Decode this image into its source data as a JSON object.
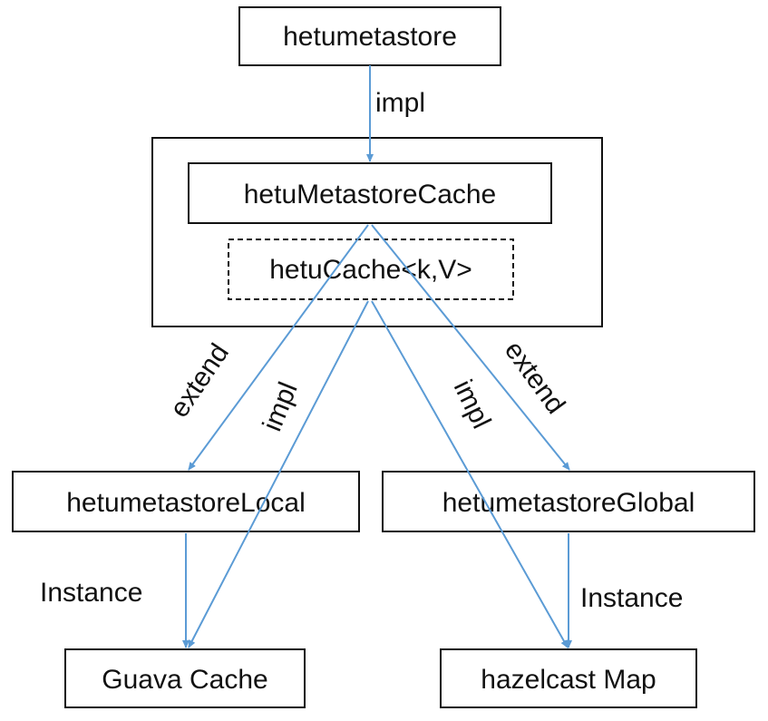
{
  "colors": {
    "arrow": "#5b9bd5",
    "border": "#111111",
    "background": "#ffffff"
  },
  "nodes": {
    "hetumetastore": "hetumetastore",
    "hetuMetastoreCache": "hetuMetastoreCache",
    "hetuCache": "hetuCache<k,V>",
    "hetumetastoreLocal": "hetumetastoreLocal",
    "hetumetastoreGlobal": "hetumetastoreGlobal",
    "guavaCache": "Guava Cache",
    "hazelcastMap": "hazelcast Map"
  },
  "edges": {
    "top_impl": "impl",
    "extend_local": "extend",
    "impl_guava": "impl",
    "impl_hazelcast": "impl",
    "extend_global": "extend",
    "instance_local": "Instance",
    "instance_global": "Instance"
  }
}
